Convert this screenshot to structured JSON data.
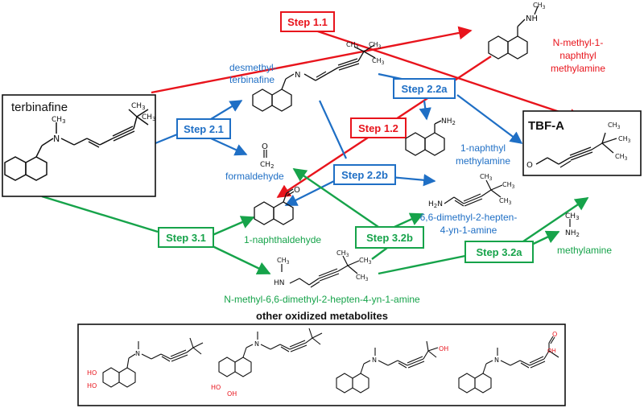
{
  "colors": {
    "red": "#e8141c",
    "blue": "#1f6fc5",
    "green": "#16a34a",
    "black": "#111111",
    "heteroatom_red": "#e8141c"
  },
  "compounds": {
    "terbinafine": {
      "name": "terbinafine"
    },
    "desmethyl": {
      "name_line1": "desmethyl-",
      "name_line2": "terbinafine"
    },
    "nmethylnaphthyl": {
      "name_line1": "N-methyl-1-",
      "name_line2": "naphthyl",
      "name_line3": "methylamine"
    },
    "tbfa": {
      "name": "TBF-A"
    },
    "formaldehyde": {
      "name": "formaldehyde"
    },
    "naphthylmethylamine": {
      "name_line1": "1-naphthyl",
      "name_line2": "methylamine"
    },
    "naphthaldehyde": {
      "name": "1-naphthaldehyde"
    },
    "dimethylheptenynamine": {
      "name_line1": "6,6-dimethyl-2-hepten-",
      "name_line2": "4-yn-1-amine"
    },
    "methylamine": {
      "name": "methylamine"
    },
    "nmethyldimethyl": {
      "name": "N-methyl-6,6-dimethyl-2-hepten-4-yn-1-amine"
    }
  },
  "atoms": {
    "CH3": "CH",
    "sub3": "3",
    "NH": "NH",
    "NH2": "NH",
    "sub2": "2",
    "N": "N",
    "O": "O",
    "CH2": "CH",
    "H2N": "H",
    "HO": "HO",
    "OH": "OH"
  },
  "steps": {
    "s11": "Step 1.1",
    "s12": "Step 1.2",
    "s21": "Step 2.1",
    "s22a": "Step 2.2a",
    "s22b": "Step 2.2b",
    "s31": "Step 3.1",
    "s32a": "Step 3.2a",
    "s32b": "Step 3.2b"
  },
  "other_box": {
    "title": "other oxidized metabolites"
  }
}
